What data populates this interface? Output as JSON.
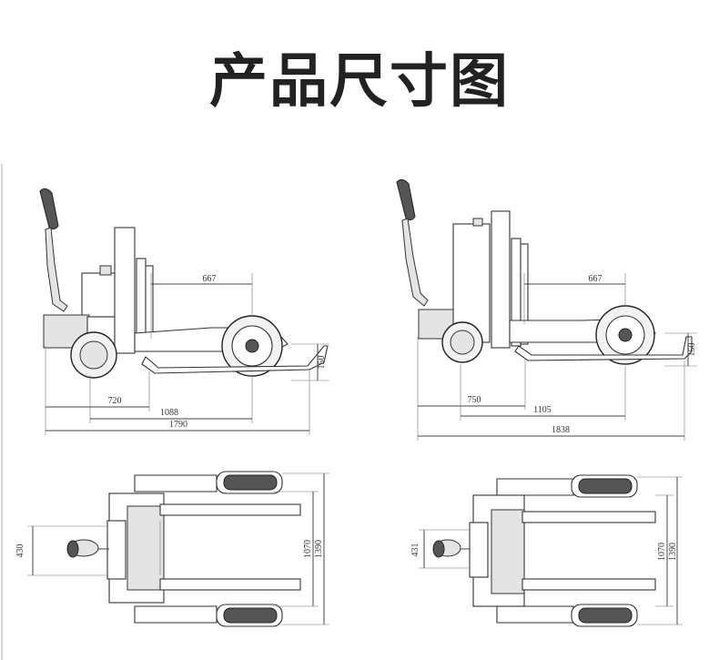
{
  "title": "产品尺寸图",
  "left_side": {
    "d1": "667",
    "d2": "150",
    "d3": "720",
    "d4": "1088",
    "d5": "1790"
  },
  "right_side": {
    "d1": "667",
    "d2": "150",
    "d3": "750",
    "d4": "1105",
    "d5": "1838"
  },
  "left_top": {
    "w1": "430",
    "h1": "1070",
    "h2": "1390"
  },
  "right_top": {
    "w1": "431",
    "h1": "1070",
    "h2": "1390"
  }
}
